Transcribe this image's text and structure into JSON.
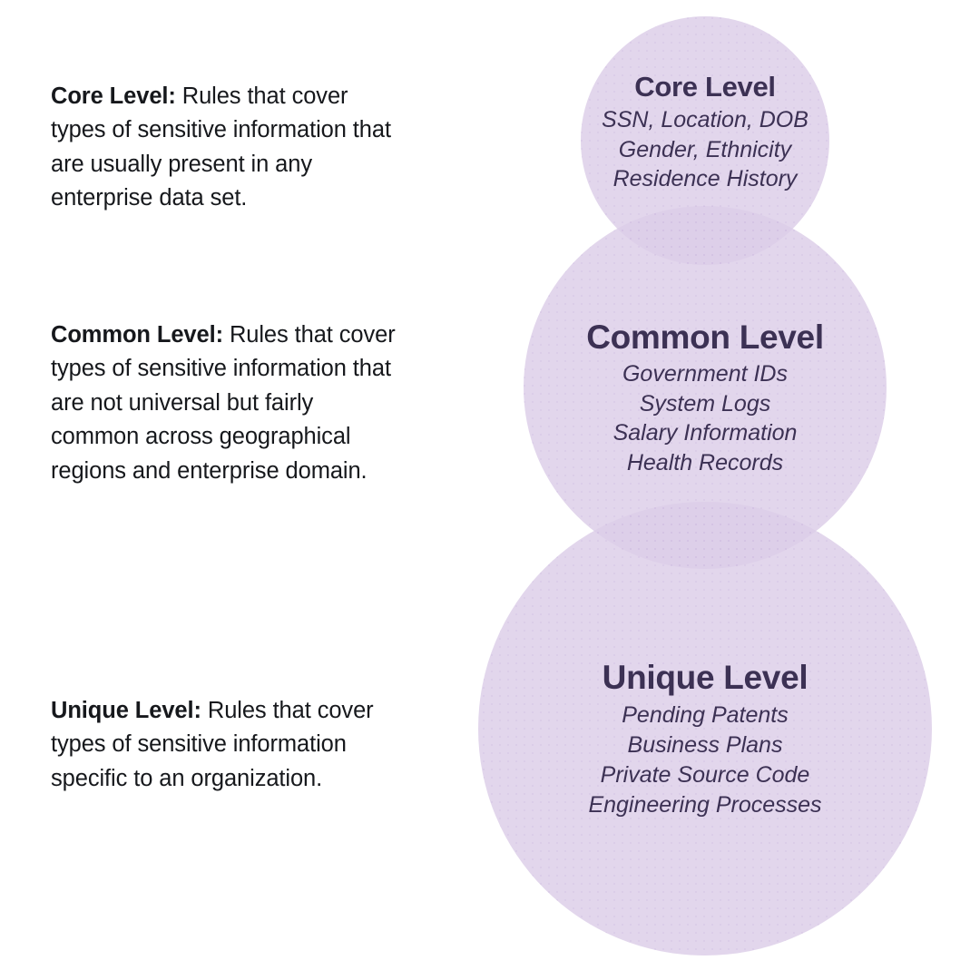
{
  "descriptions": [
    {
      "lead": "Core Level:",
      "body": " Rules that cover types of sensitive information that are usually present in any enterprise data set."
    },
    {
      "lead": "Common Level:",
      "body": " Rules that cover types of sensitive information that are not universal but fairly common across geographical regions and enterprise domain."
    },
    {
      "lead": "Unique Level:",
      "body": " Rules that cover types of sensitive information specific to an organization."
    }
  ],
  "circles": [
    {
      "id": "core",
      "title": "Core Level",
      "items": [
        "SSN, Location, DOB",
        "Gender, Ethnicity",
        "Residence History"
      ]
    },
    {
      "id": "common",
      "title": "Common Level",
      "items": [
        "Government IDs",
        "System Logs",
        "Salary Information",
        "Health Records"
      ]
    },
    {
      "id": "unique",
      "title": "Unique Level",
      "items": [
        "Pending Patents",
        "Business Plans",
        "Private Source Code",
        "Engineering Processes"
      ]
    }
  ],
  "colors": {
    "circle_fill": "#dccde8",
    "circle_overlap": "#b49bd2",
    "circle_text": "#3c3154",
    "description_text": "#16181c",
    "background": "#ffffff"
  }
}
